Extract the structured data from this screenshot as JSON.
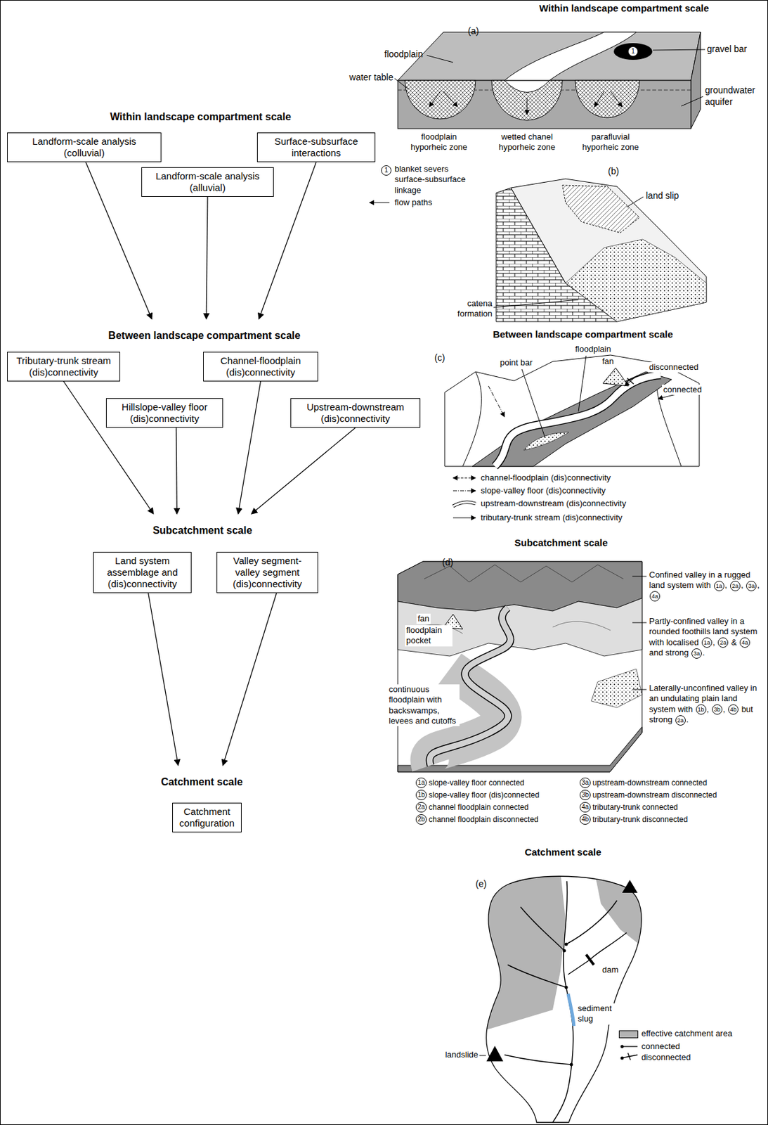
{
  "diagram": {
    "nodes": [
      {
        "text": [
          "Within landscape compartment scale"
        ]
      },
      {
        "text": [
          "Landform-scale analysis (colluvial)"
        ]
      },
      {
        "text": [
          "Surface-subsurface interactions"
        ]
      },
      {
        "text": [
          "Landform-scale analysis (alluvial)"
        ]
      },
      {
        "text": [
          "Between landscape compartment scale"
        ]
      },
      {
        "text": [
          "Tributary-trunk stream (dis)connectivity"
        ]
      },
      {
        "text": [
          "Channel-floodplain (dis)connectivity"
        ]
      },
      {
        "text": [
          "Hillslope-valley floor (dis)connectivity"
        ]
      },
      {
        "text": [
          "Upstream-downstream (dis)connectivity"
        ]
      },
      {
        "text": [
          "Subcatchment scale"
        ]
      },
      {
        "text": [
          "Land system assemblage and (dis)connectivity"
        ]
      },
      {
        "text": [
          "Valley segment-valley segment (dis)connectivity"
        ]
      },
      {
        "text": [
          "Catchment scale"
        ]
      },
      {
        "text": [
          "Catchment configuration"
        ]
      }
    ],
    "edges": [
      {
        "from": 1,
        "to": 4,
        "arrow": "to"
      },
      {
        "from": 3,
        "to": 4,
        "arrow": "to"
      },
      {
        "from": 2,
        "to": 4,
        "arrow": "to"
      },
      {
        "from": 5,
        "to": 9,
        "arrow": "to"
      },
      {
        "from": 7,
        "to": 9,
        "arrow": "to"
      },
      {
        "from": 6,
        "to": 9,
        "arrow": "to"
      },
      {
        "from": 8,
        "to": 9,
        "arrow": "to"
      },
      {
        "from": 10,
        "to": 12,
        "arrow": "to"
      },
      {
        "from": 11,
        "to": 12,
        "arrow": "to"
      }
    ],
    "labels": [
      "Within landscape compartment scale",
      "(a)",
      "floodplain",
      "gravel bar",
      "water table",
      "1",
      "groundwater aquifer",
      "floodplain hyporheic zone",
      "wetted chanel hyporheic zone",
      "parafluvial hyporheic zone",
      "1",
      "(b)",
      "land slip",
      "catena formation",
      "Between landscape compartment scale",
      "(c)",
      "point bar",
      "floodplain",
      "fan",
      "disconnected",
      "connected",
      "Subcatchment scale",
      "(d)",
      "Confined valley in a rugged land system with 1a, 2a, 3a, 4a",
      "Partly-confined valley in a rounded foothills land system with localised 1a, 2a & 4a and strong 3a.",
      "Laterally-unconfined valley in an undulating plain land system with 1b, 3b, 4b but strong 2a.",
      "fan",
      "floodplain pocket",
      "continuous floodplain with backswamps, levees and cutoffs",
      "1a",
      "1b",
      "2a",
      "2b",
      "3a",
      "3b",
      "4a",
      "4b",
      "Catchment scale",
      "(e)",
      "dam",
      "sediment slug",
      "landslide"
    ],
    "legend": [
      {
        "text": "blanket severs surface-subsurface linkage"
      },
      {
        "text": "flow paths"
      },
      {
        "text": "channel-floodplain (dis)connectivity"
      },
      {
        "text": "slope-valley floor (dis)connectivity"
      },
      {
        "text": "upstream-downstream (dis)connectivity"
      },
      {
        "text": "tributary-trunk stream (dis)connectivity"
      },
      {
        "text": "slope-valley floor connected"
      },
      {
        "text": "slope-valley floor (dis)connected"
      },
      {
        "text": "channel floodplain connected"
      },
      {
        "text": "channel floodplain disconnected"
      },
      {
        "text": "upstream-downstream connected"
      },
      {
        "text": "upstream-downstream disconnected"
      },
      {
        "text": "tributary-trunk connected"
      },
      {
        "text": "tributary-trunk disconnected"
      },
      {
        "text": "effective catchment area",
        "color": "#b4b4b4"
      },
      {
        "text": "connected"
      },
      {
        "text": "disconnected"
      }
    ]
  }
}
